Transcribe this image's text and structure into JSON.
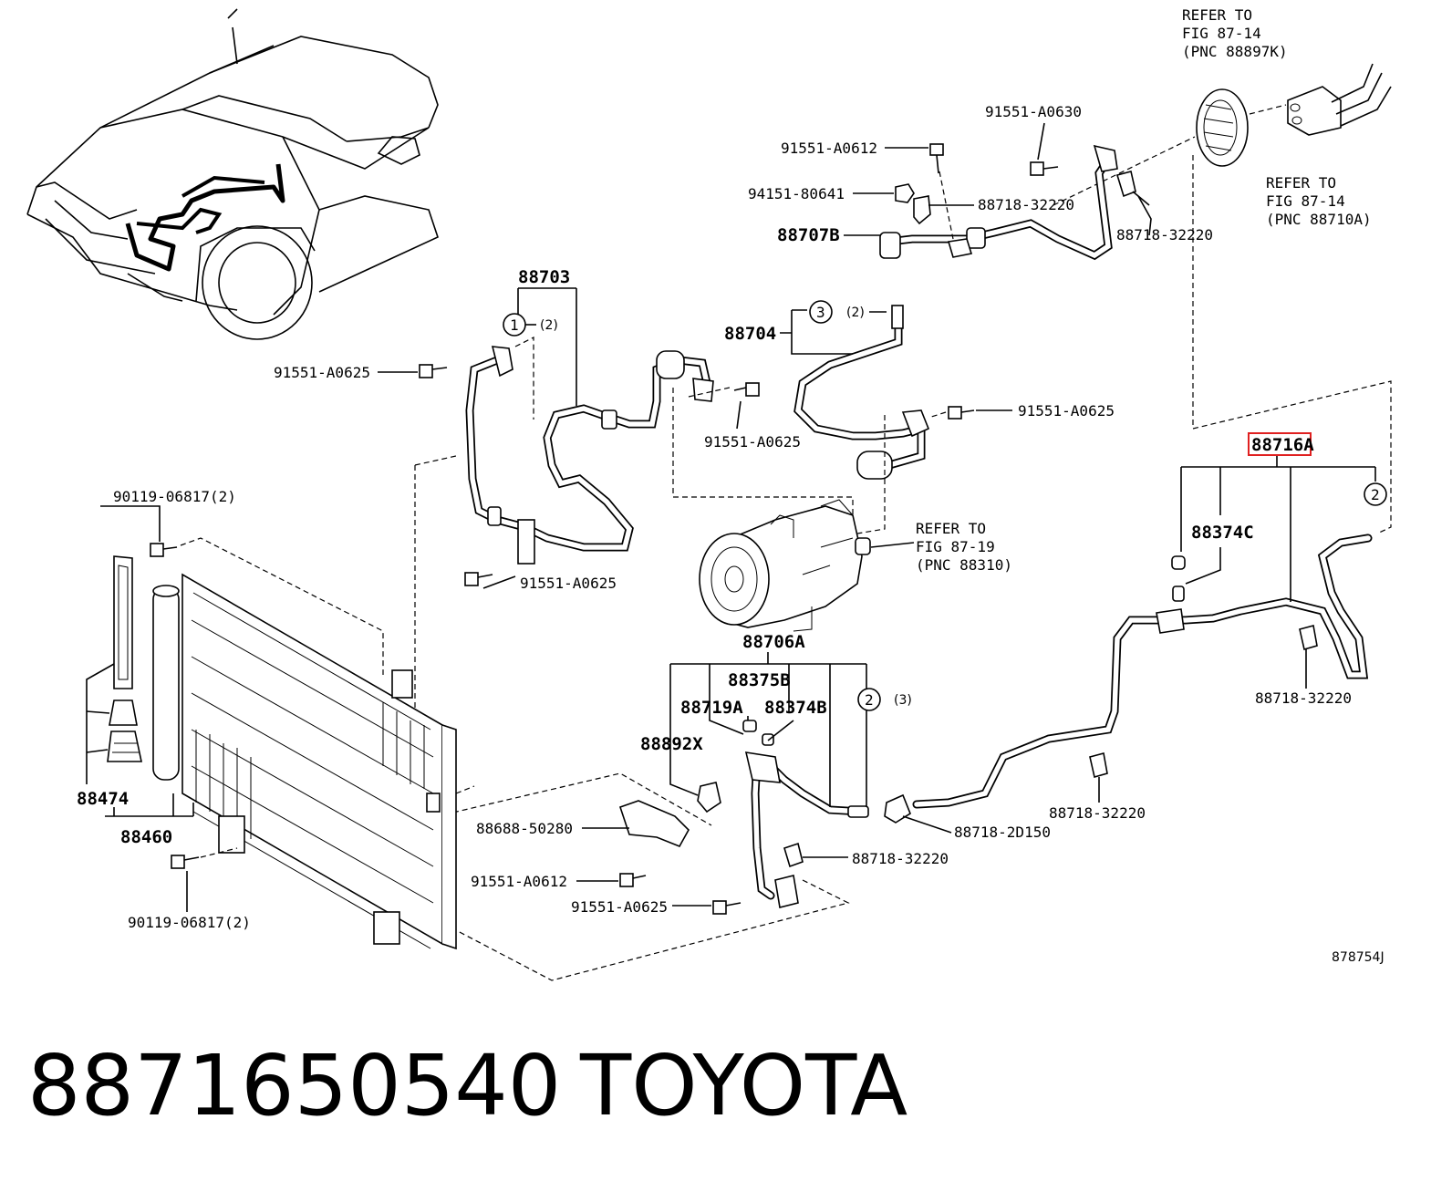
{
  "labels": {
    "refer_top_1": "REFER TO",
    "refer_top_2": "FIG 87-14",
    "refer_top_3": "(PNC 88897K)",
    "refer_right_1": "REFER TO",
    "refer_right_2": "FIG 87-14",
    "refer_right_3": "(PNC 88710A)",
    "refer_comp_1": "REFER TO",
    "refer_comp_2": "FIG 87-19",
    "refer_comp_3": "(PNC 88310)",
    "p_91551_A0630": "91551-A0630",
    "p_91551_A0612_top": "91551-A0612",
    "p_94151_80641": "94151-80641",
    "p_88718_32220_a": "88718-32220",
    "p_88718_32220_b": "88718-32220",
    "p_88707B": "88707B",
    "p_88703": "88703",
    "p_88704": "88704",
    "p_91551_A0625_a": "91551-A0625",
    "p_91551_A0625_b": "91551-A0625",
    "p_91551_A0625_c": "91551-A0625",
    "p_91551_A0625_d": "91551-A0625",
    "p_91551_A0625_e": "91551-A0625",
    "p_88716A": "88716A",
    "p_88374C": "88374C",
    "p_88718_32220_c": "88718-32220",
    "p_88718_32220_d": "88718-32220",
    "p_88718_32220_e": "88718-32220",
    "p_90119_top": "90119-06817(2)",
    "p_90119_bottom": "90119-06817(2)",
    "p_88474": "88474",
    "p_88460": "88460",
    "p_88706A": "88706A",
    "p_88375B": "88375B",
    "p_88719A": "88719A",
    "p_88374B": "88374B",
    "p_88892X": "88892X",
    "p_88688_50280": "88688-50280",
    "p_91551_A0612_bottom": "91551-A0612",
    "p_88718_2D150": "88718-2D150",
    "circle_1": "1",
    "circle_1_qty": "(2)",
    "circle_2": "2",
    "circle_2_qty": "(3)",
    "circle_3": "3",
    "circle_3_qty": "(2)",
    "circle_2_right": "2",
    "figure_code": "878754J"
  },
  "footer": {
    "part_number": "8871650540",
    "brand": "TOYOTA"
  },
  "colors": {
    "highlight": "#e02020",
    "ink": "#000000"
  }
}
